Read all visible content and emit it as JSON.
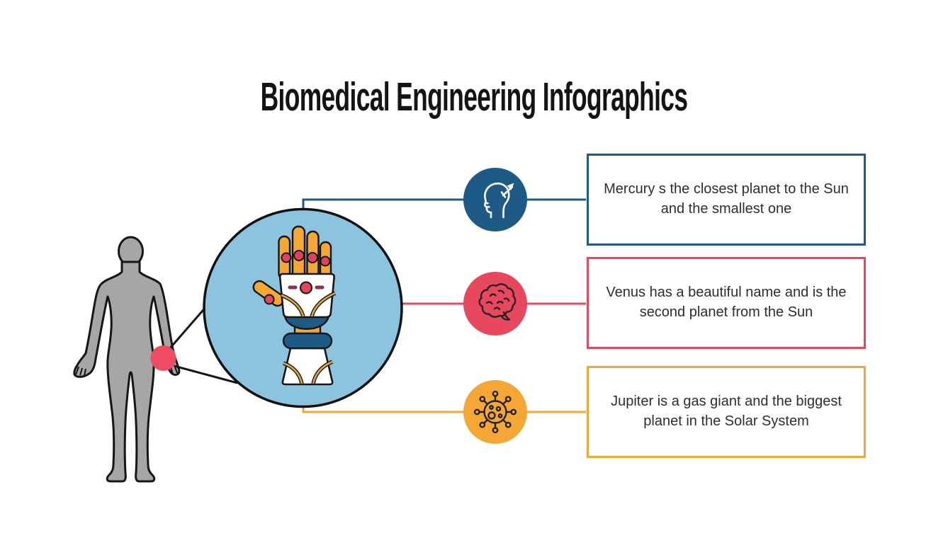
{
  "title": "Biomedical Engineering Infographics",
  "colors": {
    "blue": "#1D5A86",
    "red": "#E8485E",
    "yellow": "#F5A735",
    "light_blue": "#8CC3DE",
    "body_gray": "#A6A6A6",
    "outline": "#161616",
    "text": "#2E2E2E"
  },
  "figure": {
    "name": "human-body-silhouette",
    "highlight": "red-dot-on-hand",
    "magnifier": "robotic-prosthetic-hand-in-circle"
  },
  "items": [
    {
      "id": "item-1",
      "icon": "head-with-arrow-icon",
      "color": "#1D5A86",
      "text": "Mercury s the closest planet to the Sun and the smallest one"
    },
    {
      "id": "item-2",
      "icon": "brain-icon",
      "color": "#E8485E",
      "text": "Venus has a beautiful name and is the second planet from the Sun"
    },
    {
      "id": "item-3",
      "icon": "virus-icon",
      "color": "#F5A735",
      "text": "Jupiter is a gas giant and the biggest planet in the Solar System"
    }
  ]
}
